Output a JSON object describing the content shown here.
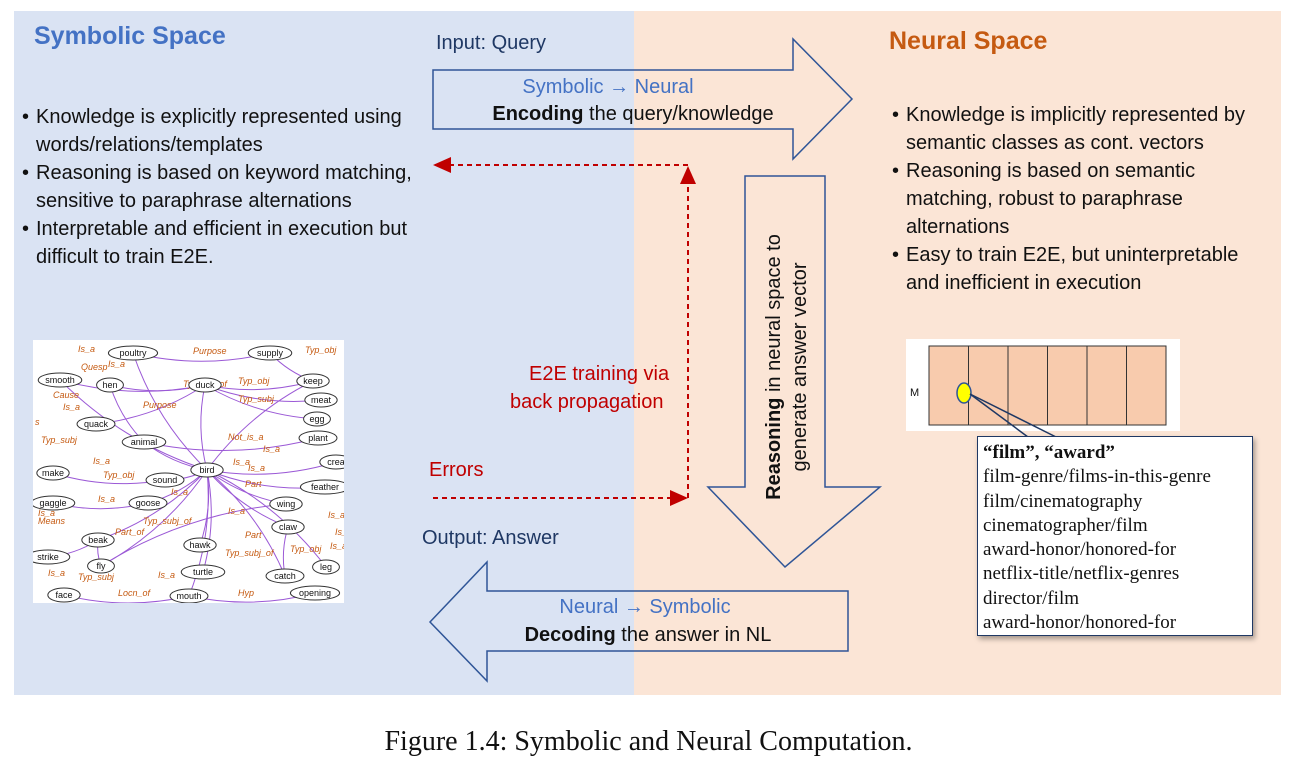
{
  "symbolic": {
    "title": "Symbolic Space",
    "bullets": [
      "Knowledge is explicitly represented using words/relations/templates",
      "Reasoning is based on keyword matching, sensitive to paraphrase alternations",
      "Interpretable and efficient in execution but difficult to train E2E."
    ]
  },
  "neural": {
    "title": "Neural Space",
    "bullets": [
      "Knowledge is implicitly represented by semantic classes as cont. vectors",
      "Reasoning is based on semantic matching, robust to paraphrase alternations",
      "Easy to train E2E, but uninterpretable and inefficient in execution"
    ]
  },
  "flow": {
    "input_label": "Input: Query",
    "encode_direction": "Symbolic → Neural",
    "encode_bold": "Encoding",
    "encode_rest": " the query/knowledge",
    "output_label": "Output: Answer",
    "decode_direction": "Neural → Symbolic",
    "decode_bold": "Decoding",
    "decode_rest": " the answer in NL",
    "e2e_line1": "E2E training via",
    "e2e_line2": "back propagation",
    "errors": "Errors",
    "reasoning_bold": "Reasoning",
    "reasoning_rest": " in neural space to",
    "reasoning_line2": "generate answer vector"
  },
  "vector": {
    "label": "M",
    "cells": 6
  },
  "callout": {
    "lines": [
      "“film”, “award”",
      "film-genre/films-in-this-genre",
      "film/cinematography",
      "cinematographer/film",
      "award-honor/honored-for",
      "netflix-title/netflix-genres",
      "director/film",
      "award-honor/honored-for"
    ]
  },
  "knowledge_graph": {
    "nodes": [
      "poultry",
      "supply",
      "smooth",
      "hen",
      "duck",
      "keep",
      "meat",
      "quack",
      "egg",
      "animal",
      "plant",
      "make",
      "sound",
      "bird",
      "crea",
      "gaggle",
      "goose",
      "feather",
      "wing",
      "claw",
      "beak",
      "hawk",
      "strike",
      "fly",
      "turtle",
      "leg",
      "catch",
      "face",
      "mouth",
      "opening"
    ],
    "edge_labels": [
      "Is_a",
      "Purpose",
      "Typ_obj",
      "Quesp",
      "Is_a",
      "Typ_0bj_of",
      "Typ_obj",
      "Cause",
      "Purpose",
      "Typ_subj",
      "Is_a",
      "Typ_subj",
      "Not_is_a",
      "Is_a",
      "Is_a",
      "Is_a",
      "Typ_obj",
      "Is_a",
      "Is_a",
      "Part",
      "Is_a",
      "Is_a",
      "Is_a",
      "Typ_subj_of",
      "Is_a",
      "Means",
      "Part_of",
      "Part",
      "Typ_subj_of",
      "Typ_obj",
      "Is_a",
      "Typ_subj",
      "Is_a",
      "Locn_of",
      "Hyp",
      "Is_a",
      "Is_",
      "s"
    ]
  },
  "caption": "Figure 1.4: Symbolic and Neural Computation.",
  "colors": {
    "symbolic_bg": "#dae3f3",
    "neural_bg": "#fbe5d6",
    "symbolic_accent": "#4472c4",
    "neural_accent": "#c55a11",
    "error_red": "#c00000",
    "arrow_outline": "#2f5597",
    "vector_fill": "#f8cbad",
    "highlight": "#ffff00"
  }
}
